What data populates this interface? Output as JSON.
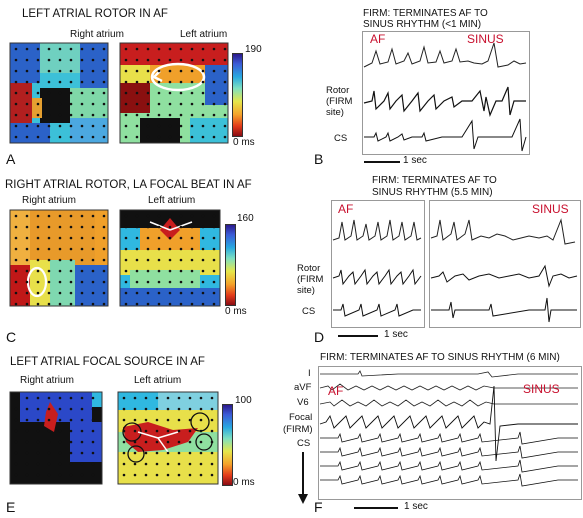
{
  "panelA": {
    "title": "LEFT ATRIAL ROTOR IN AF",
    "right_atrium": "Right atrium",
    "left_atrium": "Left atrium",
    "scale_max": "190",
    "scale_min": "0 ms",
    "letter": "A"
  },
  "panelB": {
    "title_line1": "FIRM: TERMINATES AF TO",
    "title_line2": "SINUS RHYTHM (<1 MIN)",
    "af": "AF",
    "sinus": "SINUS",
    "rotor_l1": "Rotor",
    "rotor_l2": "(FIRM",
    "rotor_l3": "site)",
    "cs": "CS",
    "scalebar": "1 sec",
    "letter": "B"
  },
  "panelC": {
    "title": "RIGHT ATRIAL ROTOR, LA FOCAL BEAT IN AF",
    "right_atrium": "Right atrium",
    "left_atrium": "Left atrium",
    "scale_max": "160",
    "scale_min": "0 ms",
    "letter": "C"
  },
  "panelD": {
    "title_line1": "FIRM: TERMINATES AF TO",
    "title_line2": "SINUS RHYTHM (5.5 MIN)",
    "af": "AF",
    "sinus": "SINUS",
    "rotor_l1": "Rotor",
    "rotor_l2": "(FIRM",
    "rotor_l3": "site)",
    "cs": "CS",
    "scalebar": "1 sec",
    "letter": "D"
  },
  "panelE": {
    "title": "LEFT ATRIAL FOCAL SOURCE IN AF",
    "right_atrium": "Right atrium",
    "left_atrium": "Left atrium",
    "scale_max": "100",
    "scale_min": "0 ms",
    "letter": "E"
  },
  "panelF": {
    "title": "FIRM: TERMINATES AF TO SINUS RHYTHM (6 MIN)",
    "lead_i": "I",
    "lead_avf": "aVF",
    "lead_v6": "V6",
    "focal": "Focal",
    "firm": "(FIRM)",
    "cs": "CS",
    "af": "AF",
    "sinus": "SINUS",
    "scalebar": "1 sec",
    "letter": "F"
  }
}
